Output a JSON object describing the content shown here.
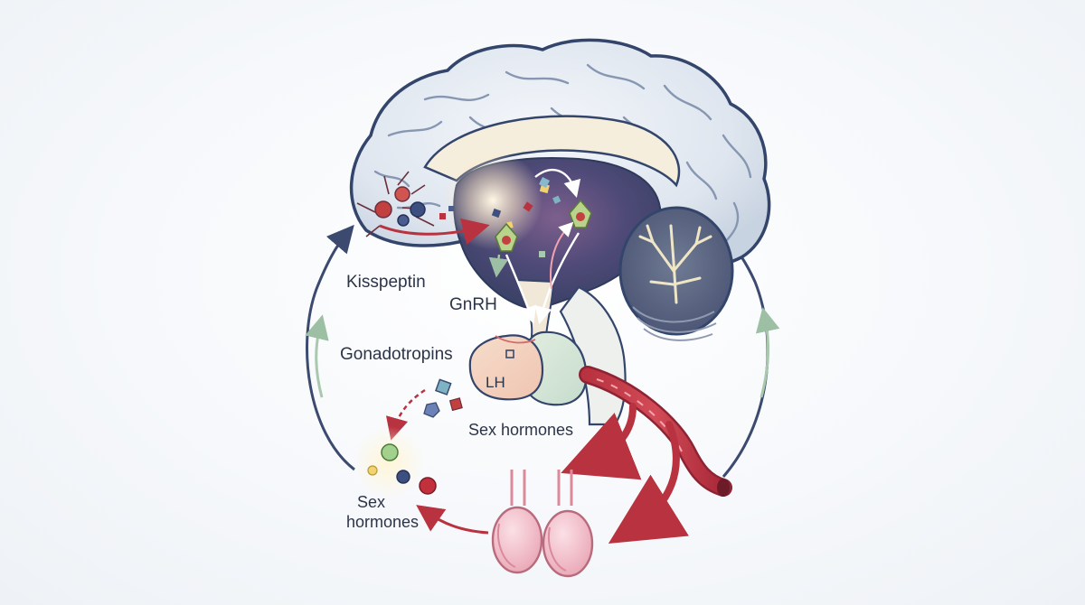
{
  "diagram": {
    "labels": {
      "kisspeptin": "Kisspeptin",
      "gnrh": "GnRH",
      "gonadotropins": "Gonadotropins",
      "lh": "LH",
      "sex_hormones_right": "Sex hormones",
      "sex_hormones_left_line1": "Sex",
      "sex_hormones_left_line2": "hormones"
    }
  }
}
